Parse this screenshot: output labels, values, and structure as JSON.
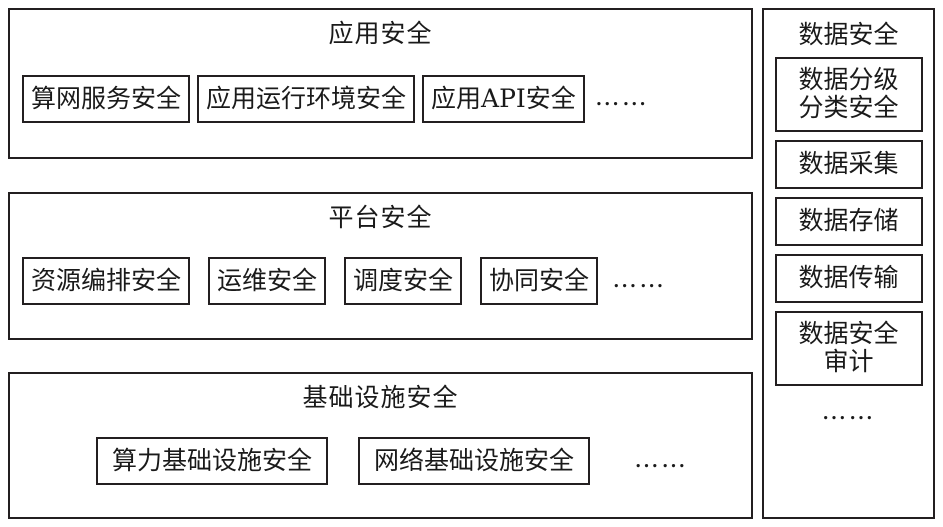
{
  "diagram": {
    "title_semantic": "computing-network-security-architecture",
    "colors": {
      "border": "#231f20",
      "background": "#ffffff",
      "text": "#1a1a1a"
    },
    "left_layers": [
      {
        "title": "应用安全",
        "items": [
          "算网服务安全",
          "应用运行环境安全",
          "应用API安全"
        ],
        "ellipsis": "……"
      },
      {
        "title": "平台安全",
        "items": [
          "资源编排安全",
          "运维安全",
          "调度安全",
          "协同安全"
        ],
        "ellipsis": "……"
      },
      {
        "title": "基础设施安全",
        "items": [
          "算力基础设施安全",
          "网络基础设施安全"
        ],
        "ellipsis": "……"
      }
    ],
    "right_column": {
      "title": "数据安全",
      "items": [
        "数据分级\n分类安全",
        "数据采集",
        "数据存储",
        "数据传输",
        "数据安全\n审计"
      ],
      "ellipsis": "……"
    }
  }
}
